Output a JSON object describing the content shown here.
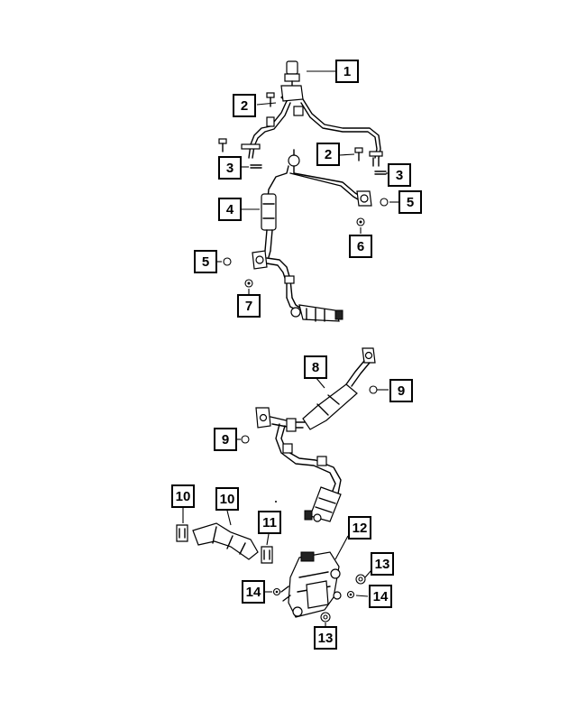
{
  "diagram": {
    "callouts": [
      {
        "id": "c1a",
        "label": "1"
      },
      {
        "id": "c2a",
        "label": "2"
      },
      {
        "id": "c2b",
        "label": "2"
      },
      {
        "id": "c3a",
        "label": "3"
      },
      {
        "id": "c3b",
        "label": "3"
      },
      {
        "id": "c4",
        "label": "4"
      },
      {
        "id": "c5a",
        "label": "5"
      },
      {
        "id": "c5b",
        "label": "5"
      },
      {
        "id": "c6",
        "label": "6"
      },
      {
        "id": "c7",
        "label": "7"
      },
      {
        "id": "c8",
        "label": "8"
      },
      {
        "id": "c9a",
        "label": "9"
      },
      {
        "id": "c9b",
        "label": "9"
      },
      {
        "id": "c10a",
        "label": "10"
      },
      {
        "id": "c10b",
        "label": "10"
      },
      {
        "id": "c11",
        "label": "11"
      },
      {
        "id": "c12",
        "label": "12"
      },
      {
        "id": "c13a",
        "label": "13"
      },
      {
        "id": "c13b",
        "label": "13"
      },
      {
        "id": "c14a",
        "label": "14"
      },
      {
        "id": "c14b",
        "label": "14"
      }
    ]
  }
}
